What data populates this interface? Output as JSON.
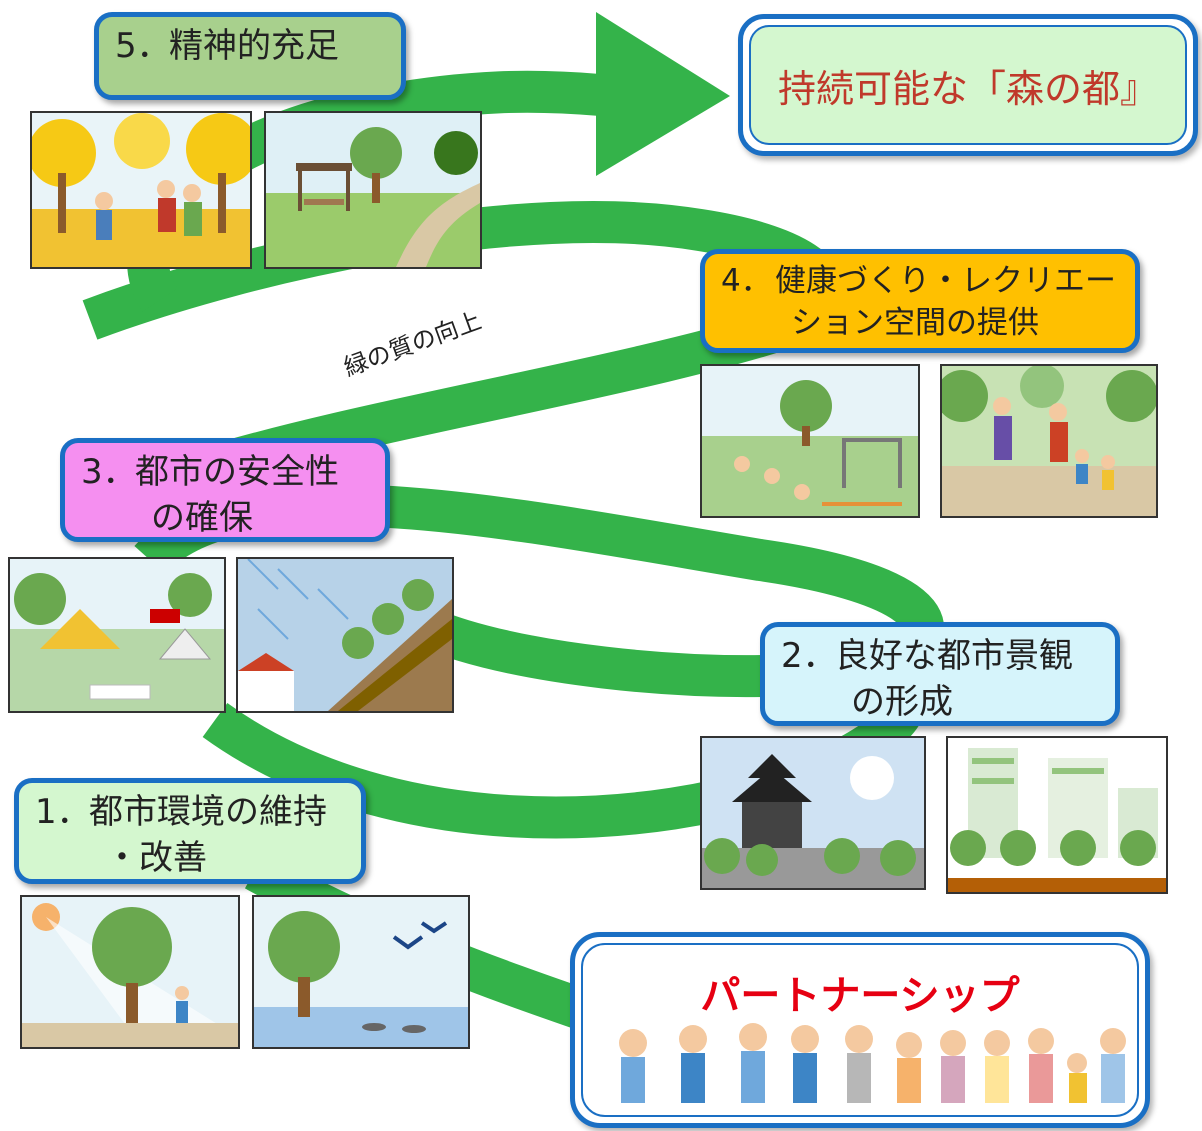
{
  "goal": "持続可能な「森の都』",
  "spiral_label": "緑の質の向上",
  "steps": [
    {
      "num": "1．",
      "line1": "都市環境の維持",
      "line2": "・改善",
      "color": "#d4f7cf"
    },
    {
      "num": "2．",
      "line1": "良好な都市景観",
      "line2": "の形成",
      "color": "#d6f4fb"
    },
    {
      "num": "3．",
      "line1": "都市の安全性",
      "line2": "の確保",
      "color": "#f58ff0"
    },
    {
      "num": "4．",
      "line1": "健康づくり・レクリエー",
      "line2": "ション空間の提供",
      "color": "#ffc000"
    },
    {
      "num": "5．",
      "line1": "精神的充足",
      "line2": "",
      "color": "#a8d08d"
    }
  ],
  "partnership": "パートナーシップ",
  "colors": {
    "spiral_green": "#34b34a",
    "border_blue": "#1a6fc4",
    "goal_text": "#c0392b",
    "partnership_text": "#e60012"
  }
}
